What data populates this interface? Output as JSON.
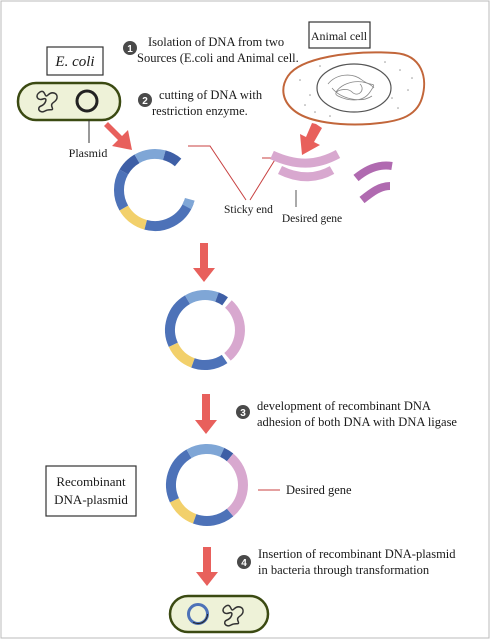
{
  "labels": {
    "ecoli": "E. coli",
    "animal_cell": "Animal cell",
    "plasmid": "Plasmid",
    "sticky_end": "Sticky end",
    "desired_gene_1": "Desired gene",
    "desired_gene_2": "Desired gene",
    "recombinant_line1": "Recombinant",
    "recombinant_line2": "DNA-plasmid"
  },
  "steps": [
    {
      "num": "1",
      "lines": [
        "Isolation of DNA from two",
        "Sources (E.coli and Animal cell."
      ]
    },
    {
      "num": "2",
      "lines": [
        "cutting of DNA with",
        "restriction enzyme."
      ]
    },
    {
      "num": "3",
      "lines": [
        "development of recombinant DNA",
        "adhesion of both DNA with DNA ligase"
      ]
    },
    {
      "num": "4",
      "lines": [
        "Insertion of recombinant DNA-plasmid",
        "in bacteria through transformation"
      ]
    }
  ],
  "colors": {
    "plasmid_blue": "#4d72b8",
    "plasmid_light_blue": "#7fa6d6",
    "plasmid_dark_blue": "#3e5fa6",
    "plasmid_yellow": "#f2d06b",
    "gene_pink": "#d8a8cf",
    "gene_purple": "#b06ab0",
    "arrow_red": "#e8605c",
    "bacteria_fill": "#eef2d8",
    "bacteria_border": "#3b4a12",
    "cell_border": "#c2663a",
    "step_circle": "#4a4a4a"
  }
}
